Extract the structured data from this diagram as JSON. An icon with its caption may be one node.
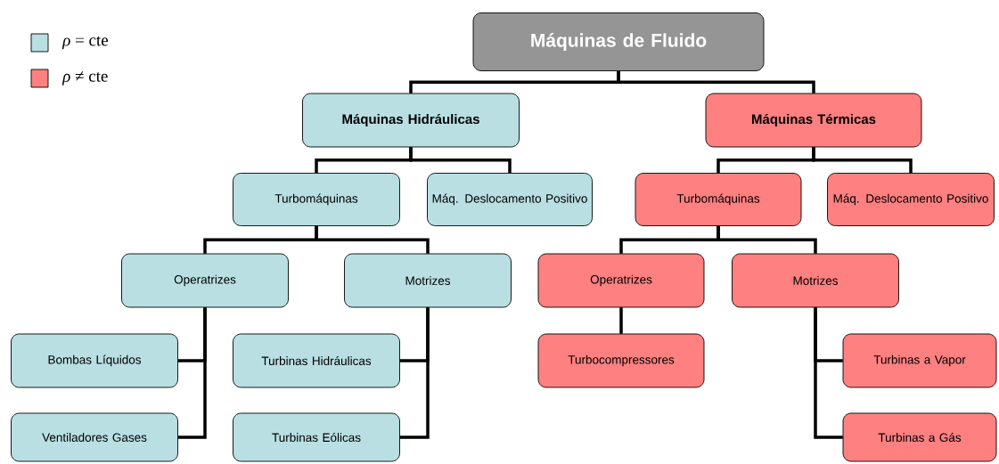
{
  "diagram": {
    "nodes": [
      {
        "text": [
          "Máquinas de Fluido"
        ]
      },
      {
        "text": [
          "Máquinas Hidráulicas"
        ]
      },
      {
        "text": [
          "Máquinas Térmicas"
        ]
      },
      {
        "text": [
          "Turbomáquinas"
        ]
      },
      {
        "text": [
          "Máq. Deslocamento Positivo"
        ]
      },
      {
        "text": [
          "Turbomáquinas"
        ]
      },
      {
        "text": [
          "Máq. Deslocamento Positivo"
        ]
      },
      {
        "text": [
          "Operatrizes"
        ]
      },
      {
        "text": [
          "Motrizes"
        ]
      },
      {
        "text": [
          "Operatrizes"
        ]
      },
      {
        "text": [
          "Motrizes"
        ]
      },
      {
        "text": [
          "Bombas Líquidos"
        ]
      },
      {
        "text": [
          "Ventiladores Gases"
        ]
      },
      {
        "text": [
          "Turbinas Hidráulicas"
        ]
      },
      {
        "text": [
          "Turbinas Eólicas"
        ]
      },
      {
        "text": [
          "Turbocompressores"
        ]
      },
      {
        "text": [
          "Turbinas a Vapor"
        ]
      },
      {
        "text": [
          "Turbinas a Gás"
        ]
      }
    ],
    "edges": [
      {
        "from": 0,
        "to": 1,
        "arrow": "none"
      },
      {
        "from": 0,
        "to": 2,
        "arrow": "none"
      },
      {
        "from": 1,
        "to": 3,
        "arrow": "none"
      },
      {
        "from": 1,
        "to": 4,
        "arrow": "none"
      },
      {
        "from": 2,
        "to": 5,
        "arrow": "none"
      },
      {
        "from": 2,
        "to": 6,
        "arrow": "none"
      },
      {
        "from": 3,
        "to": 7,
        "arrow": "none"
      },
      {
        "from": 3,
        "to": 8,
        "arrow": "none"
      },
      {
        "from": 5,
        "to": 9,
        "arrow": "none"
      },
      {
        "from": 5,
        "to": 10,
        "arrow": "none"
      },
      {
        "from": 7,
        "to": 11,
        "arrow": "none"
      },
      {
        "from": 7,
        "to": 12,
        "arrow": "none"
      },
      {
        "from": 8,
        "to": 13,
        "arrow": "none"
      },
      {
        "from": 8,
        "to": 14,
        "arrow": "none"
      },
      {
        "from": 9,
        "to": 15,
        "arrow": "none"
      },
      {
        "from": 10,
        "to": 16,
        "arrow": "none"
      },
      {
        "from": 10,
        "to": 17,
        "arrow": "none"
      }
    ],
    "legend": [
      {
        "text": "*ρ* = cte",
        "color": "#b9dfe3"
      },
      {
        "text": "*ρ* ≠ cte",
        "color": "#fe8080"
      }
    ]
  }
}
